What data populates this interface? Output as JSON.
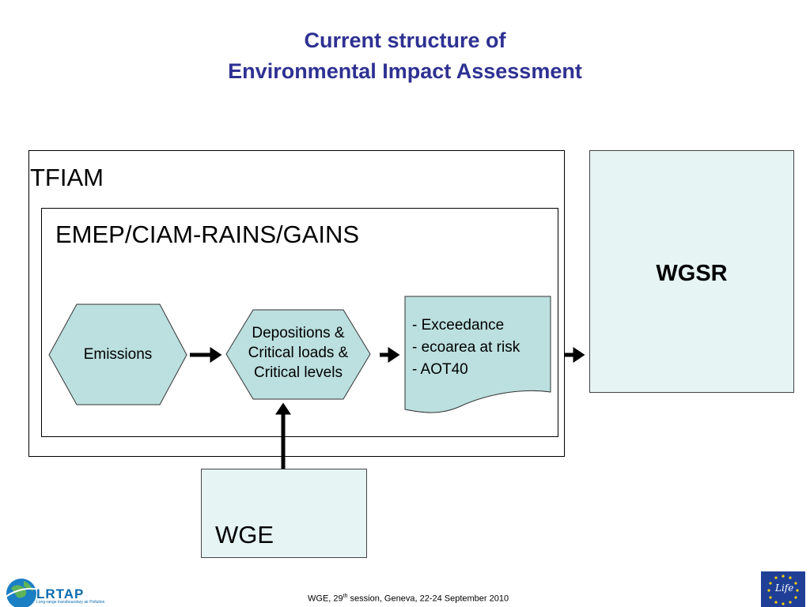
{
  "title": {
    "line1": "Current structure of",
    "line2": "Environmental Impact Assessment"
  },
  "boxes": {
    "tfiam": "TFIAM",
    "emep": "EMEP/CIAM-RAINS/GAINS",
    "wgsr": "WGSR",
    "wge": "WGE"
  },
  "nodes": {
    "emissions": "Emissions",
    "deposition_lines": [
      "Depositions &",
      "Critical loads &",
      "Critical levels"
    ],
    "outputs": [
      "- Exceedance",
      "- ecoarea at risk",
      "- AOT40"
    ]
  },
  "footer": {
    "pre": "WGE, 29",
    "sup": "th",
    "post": " session, Geneva, 22-24 September 2010"
  },
  "logos": {
    "left_name": "LRTAP",
    "left_sub": "Long-range transboundary air Pollution",
    "right_name": "Life"
  },
  "colors": {
    "title": "#2e3192",
    "node_fill": "#bcdfdf",
    "panel_fill": "#e6f4f4"
  }
}
